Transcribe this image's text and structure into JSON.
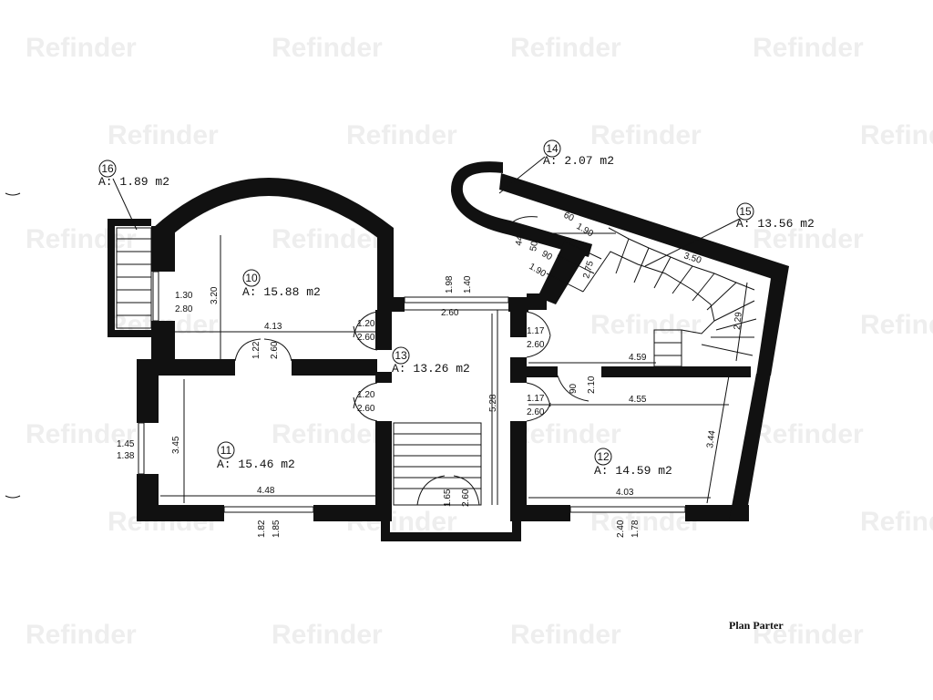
{
  "watermark": "Refinder",
  "plan_title": "Plan Parter",
  "rooms": [
    {
      "id": "16",
      "area": "A: 1.89 m2"
    },
    {
      "id": "10",
      "area": "A: 15.88 m2"
    },
    {
      "id": "14",
      "area": "A: 2.07 m2"
    },
    {
      "id": "15",
      "area": "A: 13.56 m2"
    },
    {
      "id": "13",
      "area": "A: 13.26 m2"
    },
    {
      "id": "11",
      "area": "A: 15.46 m2"
    },
    {
      "id": "12",
      "area": "A: 14.59 m2"
    }
  ],
  "dimensions": {
    "d_130": "1.30",
    "d_280": "2.80",
    "d_320": "3.20",
    "d_413": "4.13",
    "d_122": "1.22",
    "d_260_a": "2.60",
    "d_120_a": "1.20",
    "d_260_b": "2.60",
    "d_198": "1.98",
    "d_140": "1.40",
    "d_260_c": "2.60",
    "d_117_a": "1.17",
    "d_260_d": "2.60",
    "d_60": "60",
    "d_190_a": "1.90",
    "d_44": "44",
    "d_50": "50",
    "d_90_a": "90",
    "d_190_b": "1.90",
    "d_275": "2.75",
    "d_350": "3.50",
    "d_229": "2.29",
    "d_459": "4.59",
    "d_90_b": "90",
    "d_210": "2.10",
    "d_117_b": "1.17",
    "d_260_e": "2.60",
    "d_455": "4.55",
    "d_120_b": "1.20",
    "d_260_f": "2.60",
    "d_528": "5.28",
    "d_145": "1.45",
    "d_138": "1.38",
    "d_345": "3.45",
    "d_448": "4.48",
    "d_165": "1.65",
    "d_260_g": "2.60",
    "d_182": "1.82",
    "d_185": "1.85",
    "d_344": "3.44",
    "d_403": "4.03",
    "d_240": "2.40",
    "d_178": "1.78"
  }
}
